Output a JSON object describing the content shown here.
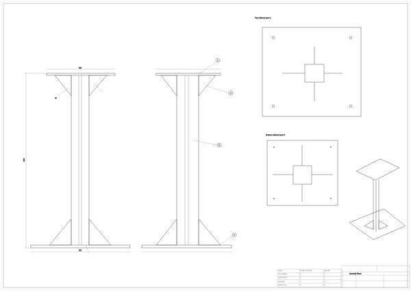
{
  "views": {
    "top_label": "Top without part 1",
    "bottom_label": "Bottom without part 1"
  },
  "dimensions": {
    "height": "600",
    "top_width": "200",
    "bottom_width": "300",
    "weld": "a3"
  },
  "balloons": [
    "1",
    "2",
    "3",
    "4"
  ],
  "parts_list": {
    "headers": [
      "Name",
      "Position Number",
      "Quantity"
    ],
    "rows": [
      [
        "Groundplate",
        "0",
        "1"
      ],
      [
        "Squareplate",
        "0",
        "1"
      ],
      [
        "Fastplate",
        "0",
        "1"
      ],
      [
        "Metal sheet",
        "0",
        "4"
      ]
    ]
  },
  "title_block": {
    "title": "Assembly Sheet"
  }
}
